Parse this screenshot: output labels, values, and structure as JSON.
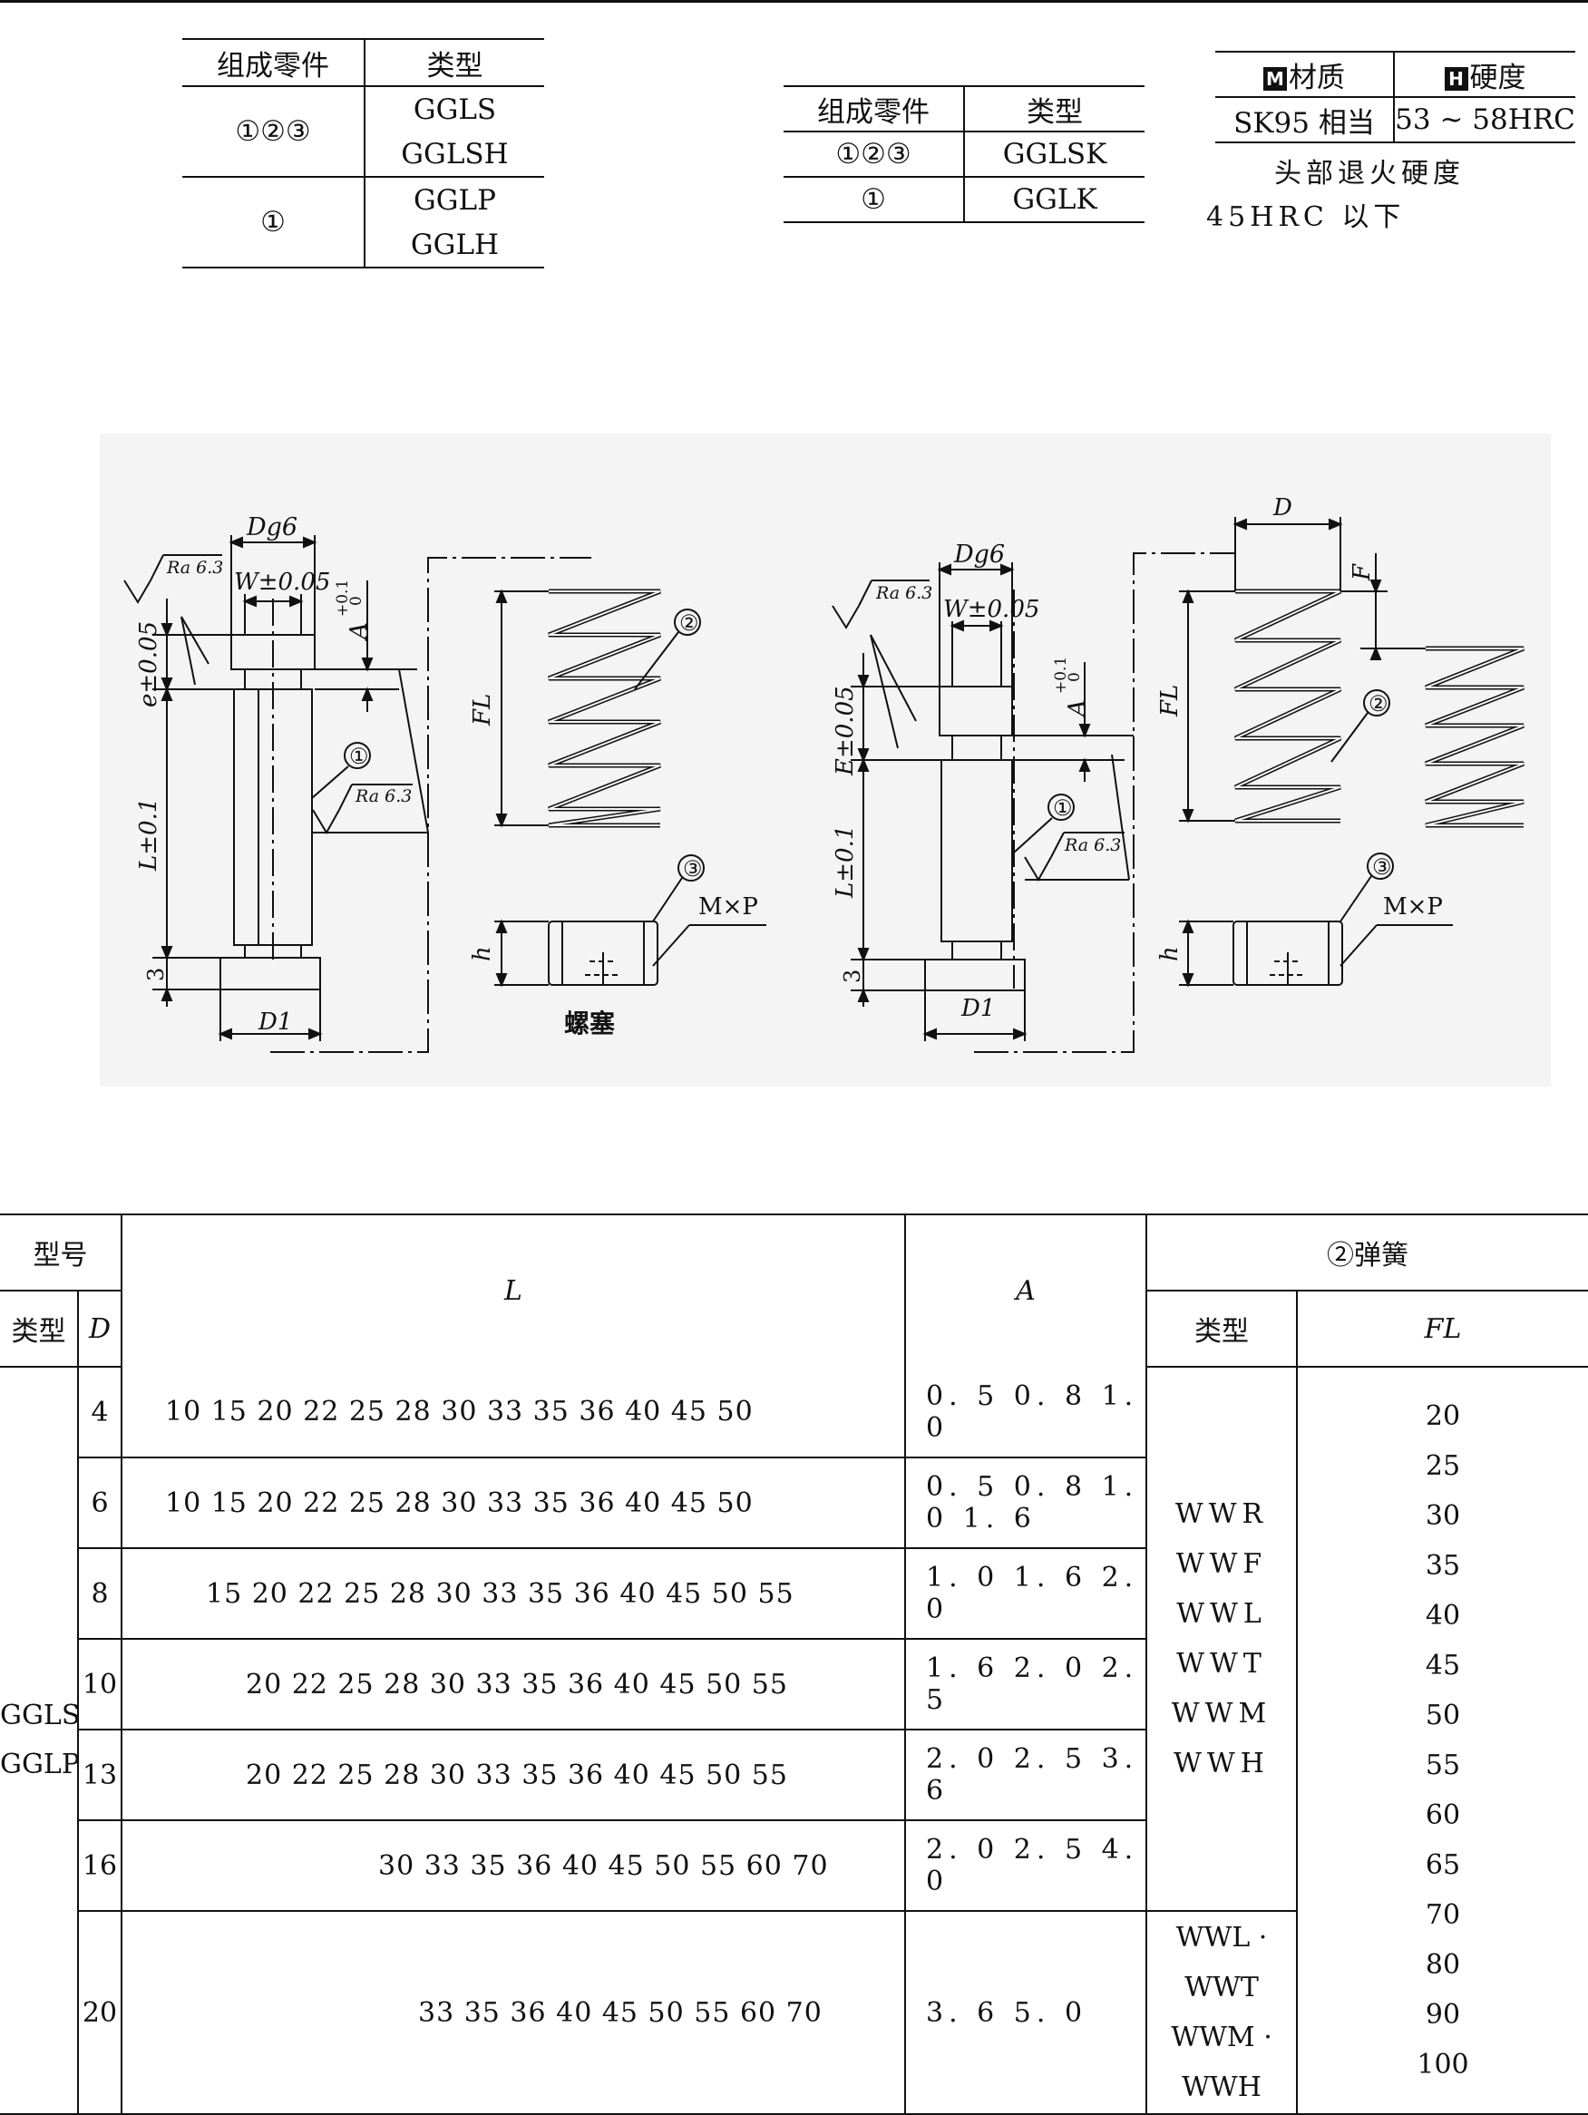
{
  "composition_table_1": {
    "headers": [
      "组成零件",
      "类型"
    ],
    "groups": [
      {
        "parts": "①②③",
        "types": [
          "GGLS",
          "GGLSH"
        ]
      },
      {
        "parts": "①",
        "types": [
          "GGLP",
          "GGLH"
        ]
      }
    ]
  },
  "composition_table_2": {
    "headers": [
      "组成零件",
      "类型"
    ],
    "rows": [
      {
        "parts": "①②③",
        "type": "GGLSK"
      },
      {
        "parts": "①",
        "type": "GGLK"
      }
    ]
  },
  "material_table": {
    "material_badge": "M",
    "material_header": "材质",
    "hardness_badge": "H",
    "hardness_header": "硬度",
    "material_value": "SK95 相当",
    "hardness_value": "53 ~ 58HRC"
  },
  "hardness_note": "头部退火硬度 45HRC 以下",
  "drawing": {
    "ra_label": "Ra 6.3",
    "dg6": "Dg6",
    "w_tol": "W±0.05",
    "a_dim": "A",
    "a_tol_upper": "+0.1",
    "a_tol_lower": "0",
    "e_small": "e±0.05",
    "e_large": "E±0.05",
    "l_tol": "L±0.1",
    "three": "3",
    "d1": "D1",
    "fl": "FL",
    "h": "h",
    "d": "D",
    "f": "F",
    "mxp": "M×P",
    "callout_1": "①",
    "callout_2": "②",
    "callout_3": "③",
    "plug_label": "螺塞"
  },
  "spec_table": {
    "model_header": "型号",
    "type_header": "类型",
    "d_header": "D",
    "l_header": "L",
    "a_header": "A",
    "spring_header": "②弹簧",
    "spring_type_header": "类型",
    "fl_header": "FL",
    "type_values": [
      "GGLS",
      "GGLP"
    ],
    "rows": [
      {
        "d": "4",
        "l": "10 15 20 22 25 28 30 33 35 36 40 45 50",
        "a": "0. 5 0. 8 1. 0"
      },
      {
        "d": "6",
        "l": "10 15 20 22 25 28 30 33 35 36 40 45 50",
        "a": "0. 5 0. 8 1. 0 1. 6"
      },
      {
        "d": "8",
        "l": "15 20 22 25 28 30 33 35 36 40 45 50 55",
        "a": "1. 0 1. 6 2. 0"
      },
      {
        "d": "10",
        "l": "20 22 25 28 30 33 35 36 40 45 50 55",
        "a": "1. 6 2. 0 2. 5"
      },
      {
        "d": "13",
        "l": "20 22 25 28 30 33 35 36 40 45 50 55",
        "a": "2. 0 2. 5 3. 6"
      },
      {
        "d": "16",
        "l": "30 33 35 36 40 45 50 55 60 70",
        "a": "2. 0 2. 5 4. 0"
      },
      {
        "d": "20",
        "l": "33 35 36 40 45 50 55 60 70",
        "a": "3. 6 5. 0"
      }
    ],
    "spring_types_a": [
      "WWR",
      "WWF",
      "WWL",
      "WWT",
      "WWM",
      "WWH"
    ],
    "spring_types_b": [
      "WWL · WWT",
      "WWM · WWH"
    ],
    "fl_values": [
      "20",
      "25",
      "30",
      "35",
      "40",
      "45",
      "50",
      "55",
      "60",
      "65",
      "70",
      "80",
      "90",
      "100"
    ]
  }
}
